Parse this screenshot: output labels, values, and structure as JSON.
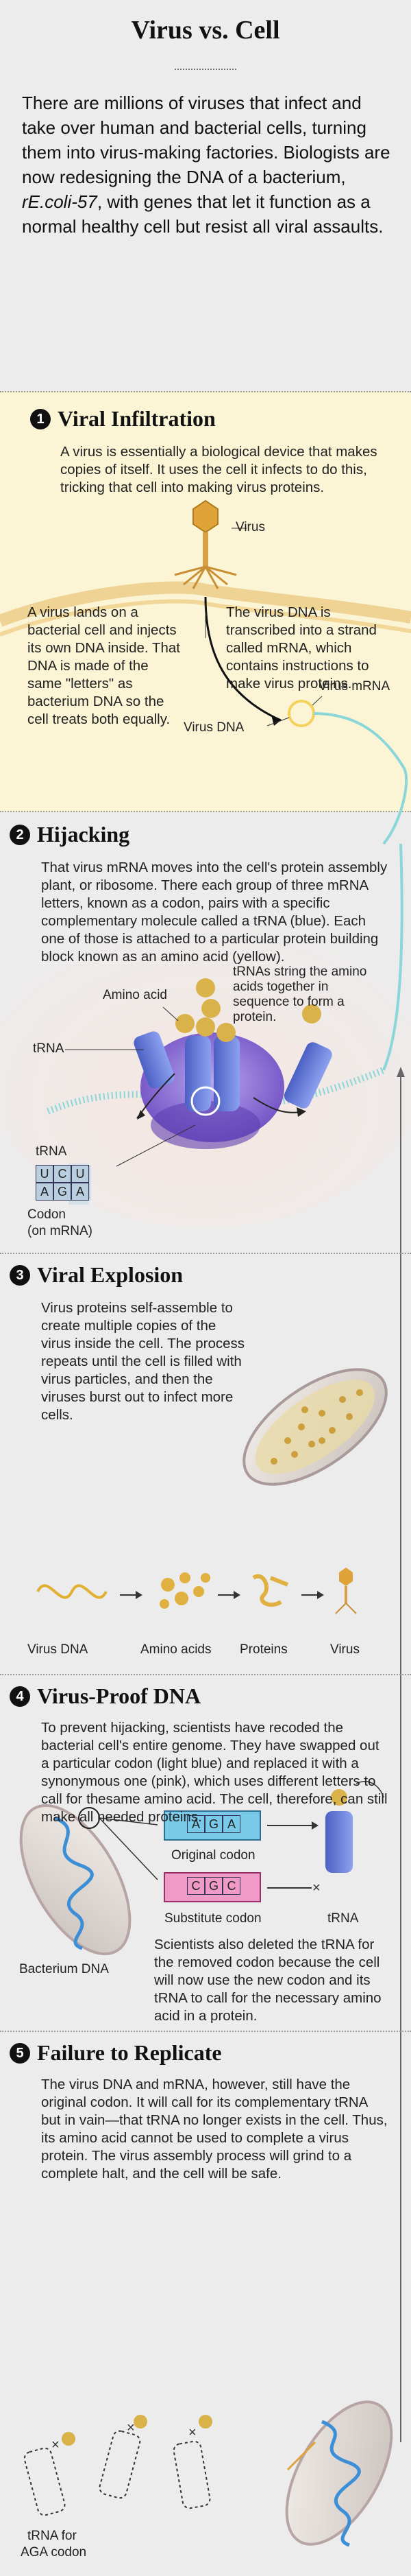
{
  "title": "Virus vs. Cell",
  "intro": {
    "before": "There are millions of viruses that infect and take over human and bacterial cells, turning them into virus-making factories. Biologists are now redesigning the DNA of a bacterium, ",
    "organism": "rE.coli-57",
    "after": ", with genes that let it function as a normal healthy cell but resist all viral assaults."
  },
  "sections": {
    "infiltration": {
      "number": "1",
      "title": "Viral Infiltration",
      "body": "A virus is essentially a biological device that makes copies of itself. It uses the cell it infects to do this, tricking that cell into making virus proteins.",
      "label_virus": "Virus",
      "left_text": "A virus lands on a bacterial cell and injects its own DNA inside. That DNA is made of the same \"letters\" as bacterium DNA so the cell treats both equally.",
      "right_text": "The virus DNA is transcribed into a strand called mRNA, which contains instructions to make virus proteins.",
      "label_mrna": "Virus mRNA",
      "label_dna": "Virus DNA"
    },
    "hijacking": {
      "number": "2",
      "title": "Hijacking",
      "body": "That virus mRNA moves into the cell's protein assembly plant, or ribosome. There each group of three mRNA letters, known as a codon, pairs with a specific complementary molecule called a tRNA (blue). Each one of those is attached to a particular protein building block known as an amino acid (yellow).",
      "label_amino": "Amino acid",
      "label_trnas": "tRNAs string the amino acids together in sequence to form a protein.",
      "label_trna": "tRNA",
      "label_trna2": "tRNA",
      "codon_top": [
        "U",
        "C",
        "U"
      ],
      "codon_bottom": [
        "A",
        "G",
        "A"
      ],
      "label_codon": "Codon",
      "label_codon_sub": "(on mRNA)"
    },
    "explosion": {
      "number": "3",
      "title": "Viral Explosion",
      "body": "Virus proteins self-assemble to create multiple copies of the virus inside the cell. The process repeats until the cell is filled with virus particles, and then the viruses burst out to infect more cells.",
      "steps": [
        "Virus DNA",
        "Amino acids",
        "Proteins",
        "Virus"
      ]
    },
    "proof": {
      "number": "4",
      "title": "Virus-Proof DNA",
      "body": "To prevent hijacking, scientists have recoded the bacterial cell's entire genome. They have swapped out a particular codon (light blue) and replaced it with a synonymous one (pink), which uses different letters to call for thesame amino acid. The cell, therefore, can still make all needed proteins.",
      "original_letters": [
        "A",
        "G",
        "A"
      ],
      "label_original": "Original codon",
      "substitute_letters": [
        "C",
        "G",
        "C"
      ],
      "label_substitute": "Substitute codon",
      "label_trna": "tRNA",
      "label_bacterium": "Bacterium DNA",
      "deleted_text": "Scientists also deleted the tRNA for the removed codon because the cell will now use the new codon and its tRNA to call for the necessary amino acid in a protein."
    },
    "failure": {
      "number": "5",
      "title": "Failure to Replicate",
      "body": "The virus DNA and mRNA, however, still have the original codon. It will call for its complementary tRNA but in vain—that tRNA no longer exists in the cell. Thus, its amino acid cannot be used to complete a virus protein. The virus assembly process will grind to a complete halt, and the cell will be safe.",
      "label_trna_for": "tRNA for",
      "label_aga": "AGA codon"
    }
  },
  "colors": {
    "trna_blue": "#6a7fd6",
    "amino_yellow": "#d9b24a",
    "codon_light_blue": "#79c9e8",
    "codon_pink": "#f09ac8",
    "ribosome_purple": "#8f6fd0",
    "mrna_teal": "#7fd0d3"
  }
}
